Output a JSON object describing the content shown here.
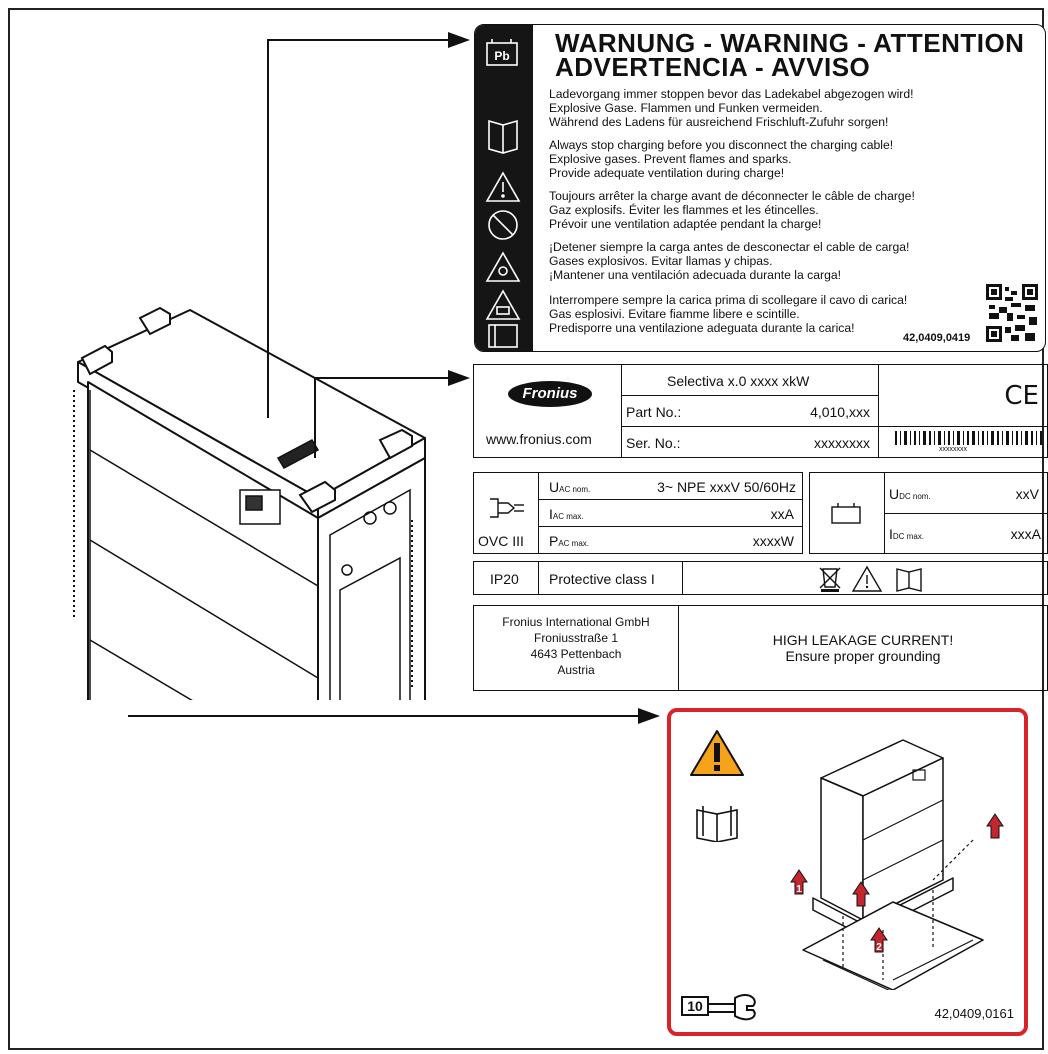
{
  "warning_label": {
    "title_line1": "WARNUNG - WARNING - ATTENTION",
    "title_line2": "ADVERTENCIA - AVVISO",
    "icons": [
      "battery-pb-icon",
      "manual-icon",
      "warning-triangle-icon",
      "no-fire-icon",
      "explosive-icon",
      "acid-icon",
      "ventilation-icon"
    ],
    "battery_text": "Pb",
    "paragraphs": [
      [
        "Ladevorgang immer stoppen bevor das Ladekabel abgezogen wird!",
        "Explosive Gase. Flammen und Funken vermeiden.",
        "Während des Ladens für ausreichend Frischluft-Zufuhr sorgen!"
      ],
      [
        "Always stop charging before you disconnect the charging cable!",
        "Explosive gases. Prevent flames and sparks.",
        "Provide adequate ventilation during charge!"
      ],
      [
        "Toujours arrêter la charge avant de déconnecter le câble de charge!",
        "Gaz explosifs. Éviter les flammes et les étincelles.",
        "Prévoir une ventilation adaptée pendant la charge!"
      ],
      [
        "¡Detener siempre la carga antes de desconectar el cable de carga!",
        "Gases explosivos. Evitar llamas y chipas.",
        "¡Mantener una ventilación adecuada durante la carga!"
      ],
      [
        "Interrompere sempre la carica prima di scollegare il cavo di carica!",
        "Gas esplosivi. Evitare fiamme libere e scintille.",
        "Predisporre una ventilazione adeguata durante la carica!"
      ]
    ],
    "code": "42,0409,0419"
  },
  "rating_plate": {
    "brand": "Fronius",
    "website": "www.fronius.com",
    "model": "Selectiva x.0 xxxx xkW",
    "part_label": "Part No.:",
    "part_value": "4,010,xxx",
    "serial_label": "Ser. No.:",
    "serial_value": "xxxxxxxx",
    "barcode_text": "xxxxxxxx",
    "ce_mark": "CE",
    "ac": {
      "u_main": "U",
      "u_sub": "AC nom.",
      "u_value": "3~ NPE xxxV 50/60Hz",
      "i_main": "I",
      "i_sub": "AC max.",
      "i_value": "xxA",
      "p_main": "P",
      "p_sub": "AC max.",
      "p_value": "xxxxW",
      "ovc": "OVC III"
    },
    "dc": {
      "u_main": "U",
      "u_sub": "DC nom.",
      "u_value": "xxV",
      "i_main": "I",
      "i_sub": "DC max.",
      "i_value": "xxxA"
    },
    "ip": "IP20",
    "protective_class": "Protective class I",
    "address": [
      "Fronius International GmbH",
      "Froniusstraße 1",
      "4643 Pettenbach",
      "Austria"
    ],
    "leakage": [
      "HIGH LEAKAGE CURRENT!",
      "Ensure proper grounding"
    ]
  },
  "installation_label": {
    "wrench_size": "10",
    "step1": "1",
    "step2": "2",
    "code": "42,0409,0161"
  },
  "colors": {
    "warning_orange": "#f7a21b",
    "highlight_red": "#d8232a",
    "step_red": "#c2262e"
  }
}
